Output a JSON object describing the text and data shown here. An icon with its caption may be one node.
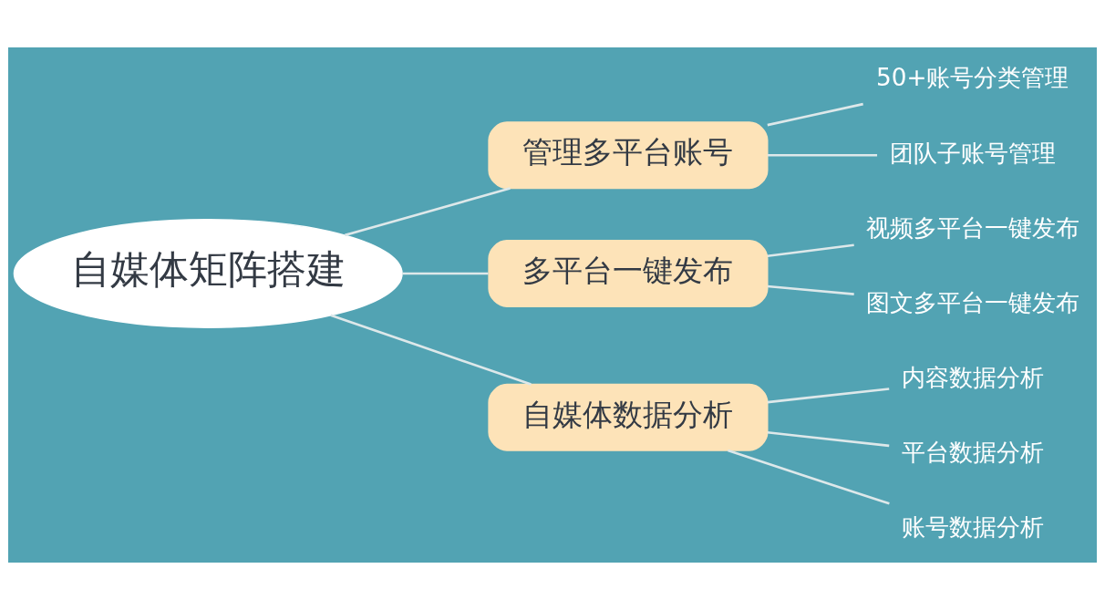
{
  "diagram": {
    "nodes": [
      {
        "text": [
          "自媒体矩阵搭建"
        ]
      },
      {
        "text": [
          "管理多平台账号"
        ]
      },
      {
        "text": [
          "多平台一键发布"
        ]
      },
      {
        "text": [
          "自媒体数据分析"
        ]
      },
      {
        "text": [
          "50+账号分类管理"
        ]
      },
      {
        "text": [
          "团队子账号管理"
        ]
      },
      {
        "text": [
          "视频多平台一键发布"
        ]
      },
      {
        "text": [
          "图文多平台一键发布"
        ]
      },
      {
        "text": [
          "内容数据分析"
        ]
      },
      {
        "text": [
          "平台数据分析"
        ]
      },
      {
        "text": [
          "账号数据分析"
        ]
      }
    ],
    "edges": [
      {
        "from": 0,
        "to": 1,
        "arrow": "none"
      },
      {
        "from": 0,
        "to": 2,
        "arrow": "none"
      },
      {
        "from": 0,
        "to": 3,
        "arrow": "none"
      },
      {
        "from": 1,
        "to": 4,
        "arrow": "none"
      },
      {
        "from": 1,
        "to": 5,
        "arrow": "none"
      },
      {
        "from": 2,
        "to": 6,
        "arrow": "none"
      },
      {
        "from": 2,
        "to": 7,
        "arrow": "none"
      },
      {
        "from": 3,
        "to": 8,
        "arrow": "none"
      },
      {
        "from": 3,
        "to": 9,
        "arrow": "none"
      },
      {
        "from": 3,
        "to": 10,
        "arrow": "none"
      }
    ]
  }
}
